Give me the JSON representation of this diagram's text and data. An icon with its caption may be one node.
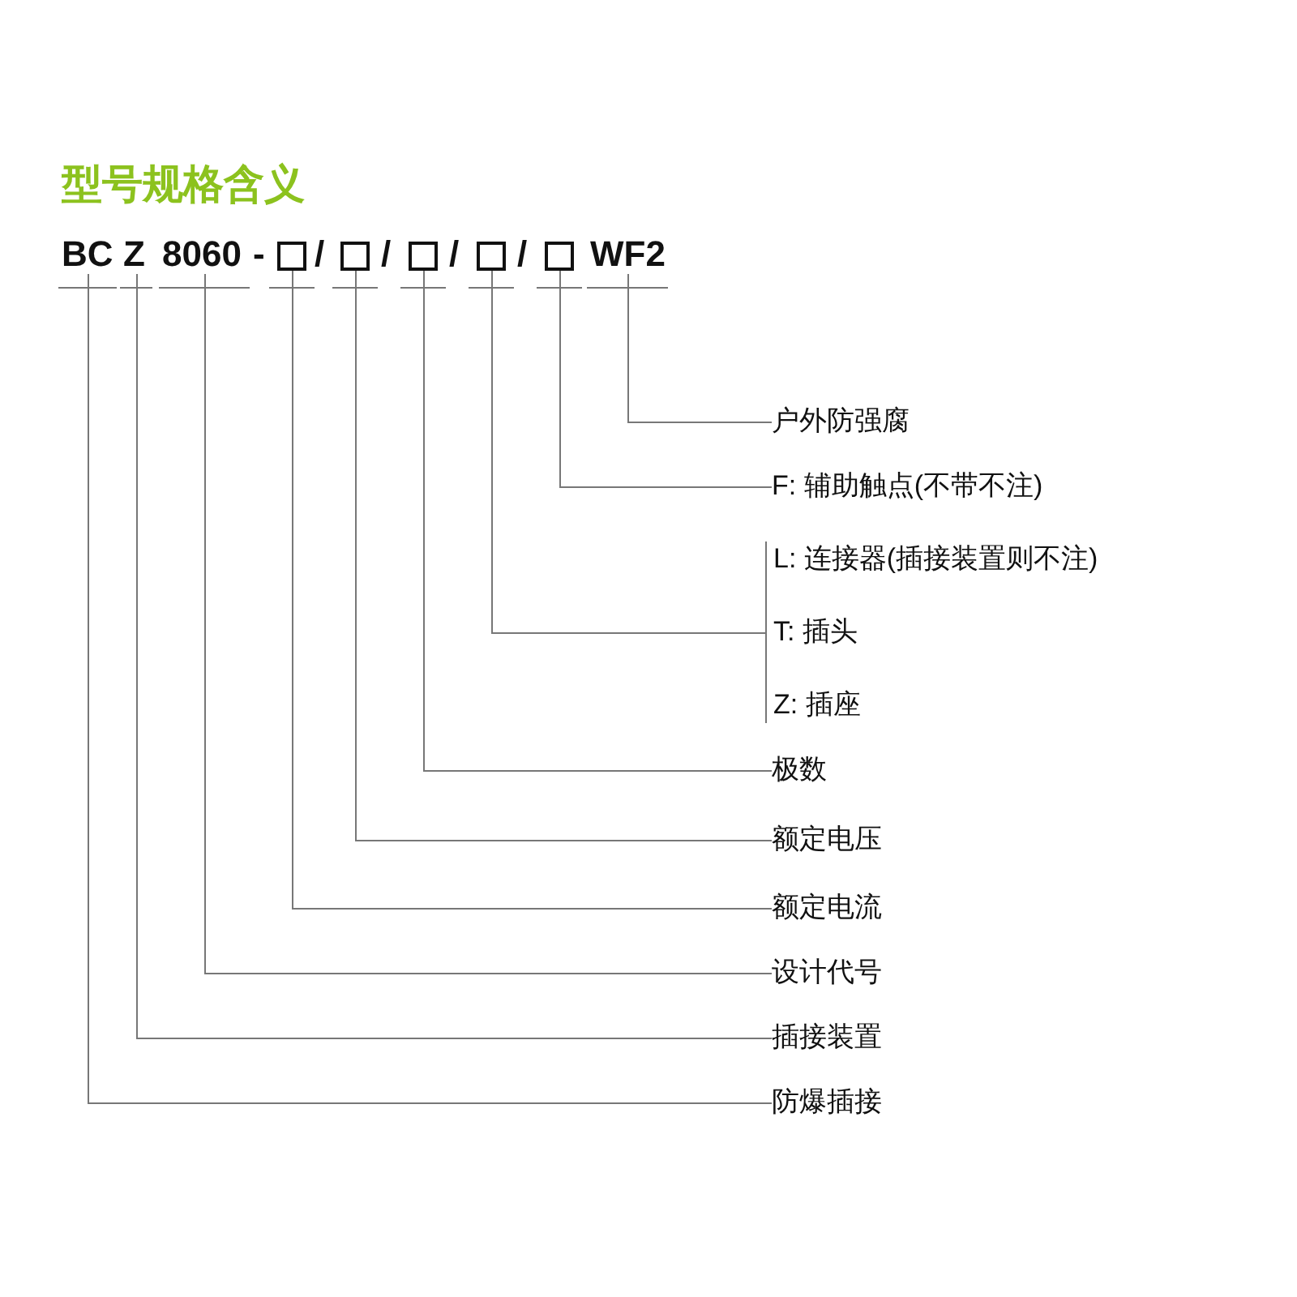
{
  "diagram": {
    "title": "型号规格含义",
    "nodes": [
      {
        "text": [
          "BC"
        ]
      },
      {
        "text": [
          "Z"
        ]
      },
      {
        "text": [
          "8060"
        ]
      },
      {
        "text": [],
        "shape": "box"
      },
      {
        "text": [],
        "shape": "box"
      },
      {
        "text": [],
        "shape": "box"
      },
      {
        "text": [],
        "shape": "box"
      },
      {
        "text": [],
        "shape": "box"
      },
      {
        "text": [
          "WF2"
        ]
      },
      {
        "text": [
          "户外防强腐"
        ]
      },
      {
        "text": [
          "F: 辅助触点(不带不注)"
        ]
      },
      {
        "text": [
          "L: 连接器(插接装置则不注)",
          "T: 插头",
          "Z: 插座"
        ]
      },
      {
        "text": [
          "极数"
        ]
      },
      {
        "text": [
          "额定电压"
        ]
      },
      {
        "text": [
          "额定电流"
        ]
      },
      {
        "text": [
          "设计代号"
        ]
      },
      {
        "text": [
          "插接装置"
        ]
      },
      {
        "text": [
          "防爆插接"
        ]
      }
    ],
    "edges": [
      {
        "from": 8,
        "to": 9,
        "arrow": "none"
      },
      {
        "from": 7,
        "to": 10,
        "arrow": "none"
      },
      {
        "from": 6,
        "to": 11,
        "arrow": "none"
      },
      {
        "from": 5,
        "to": 12,
        "arrow": "none"
      },
      {
        "from": 4,
        "to": 13,
        "arrow": "none"
      },
      {
        "from": 3,
        "to": 14,
        "arrow": "none"
      },
      {
        "from": 2,
        "to": 15,
        "arrow": "none"
      },
      {
        "from": 1,
        "to": 16,
        "arrow": "none"
      },
      {
        "from": 0,
        "to": 17,
        "arrow": "none"
      }
    ],
    "labels": [
      "-",
      "/",
      "/",
      "/",
      "/"
    ]
  }
}
